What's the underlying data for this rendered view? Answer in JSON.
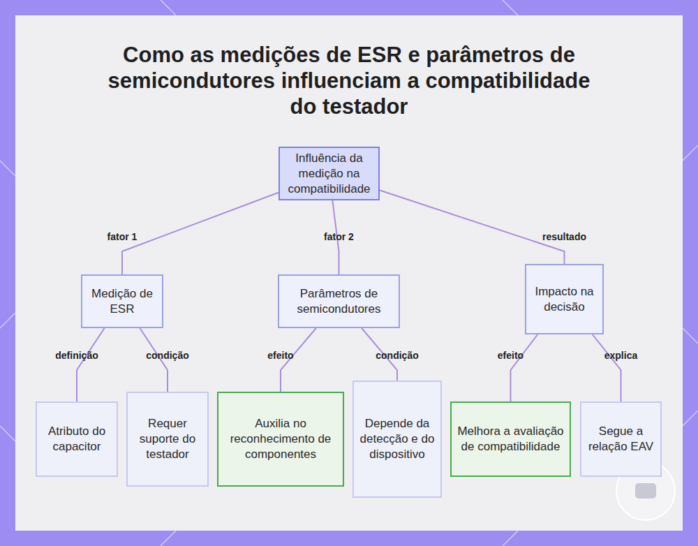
{
  "diagram": {
    "title": "Como as medições de ESR e parâmetros de semicondutores influenciam a compatibilidade do testador",
    "nodes": [
      {
        "text": [
          "Influência da medição na compatibilidade"
        ]
      },
      {
        "text": [
          "Medição de ESR"
        ]
      },
      {
        "text": [
          "Parâmetros de semicondutores"
        ]
      },
      {
        "text": [
          "Impacto na decisão"
        ]
      },
      {
        "text": [
          "Atributo do capacitor"
        ]
      },
      {
        "text": [
          "Requer suporte do testador"
        ]
      },
      {
        "text": [
          "Auxilia no reconhecimento de componentes"
        ]
      },
      {
        "text": [
          "Depende da detecção e do dispositivo"
        ]
      },
      {
        "text": [
          "Melhora a avaliação de compatibilidade"
        ]
      },
      {
        "text": [
          "Segue a relação EAV"
        ]
      }
    ],
    "edges": [
      {
        "from": 0,
        "to": 1,
        "label": "fator 1",
        "arrow": "none"
      },
      {
        "from": 0,
        "to": 2,
        "label": "fator 2",
        "arrow": "none"
      },
      {
        "from": 0,
        "to": 3,
        "label": "resultado",
        "arrow": "none"
      },
      {
        "from": 1,
        "to": 4,
        "label": "definição",
        "arrow": "none"
      },
      {
        "from": 1,
        "to": 5,
        "label": "condição",
        "arrow": "none"
      },
      {
        "from": 2,
        "to": 6,
        "label": "efeito",
        "arrow": "none"
      },
      {
        "from": 2,
        "to": 7,
        "label": "condição",
        "arrow": "none"
      },
      {
        "from": 3,
        "to": 8,
        "label": "efeito",
        "arrow": "none"
      },
      {
        "from": 3,
        "to": 9,
        "label": "explica",
        "arrow": "none"
      }
    ]
  }
}
